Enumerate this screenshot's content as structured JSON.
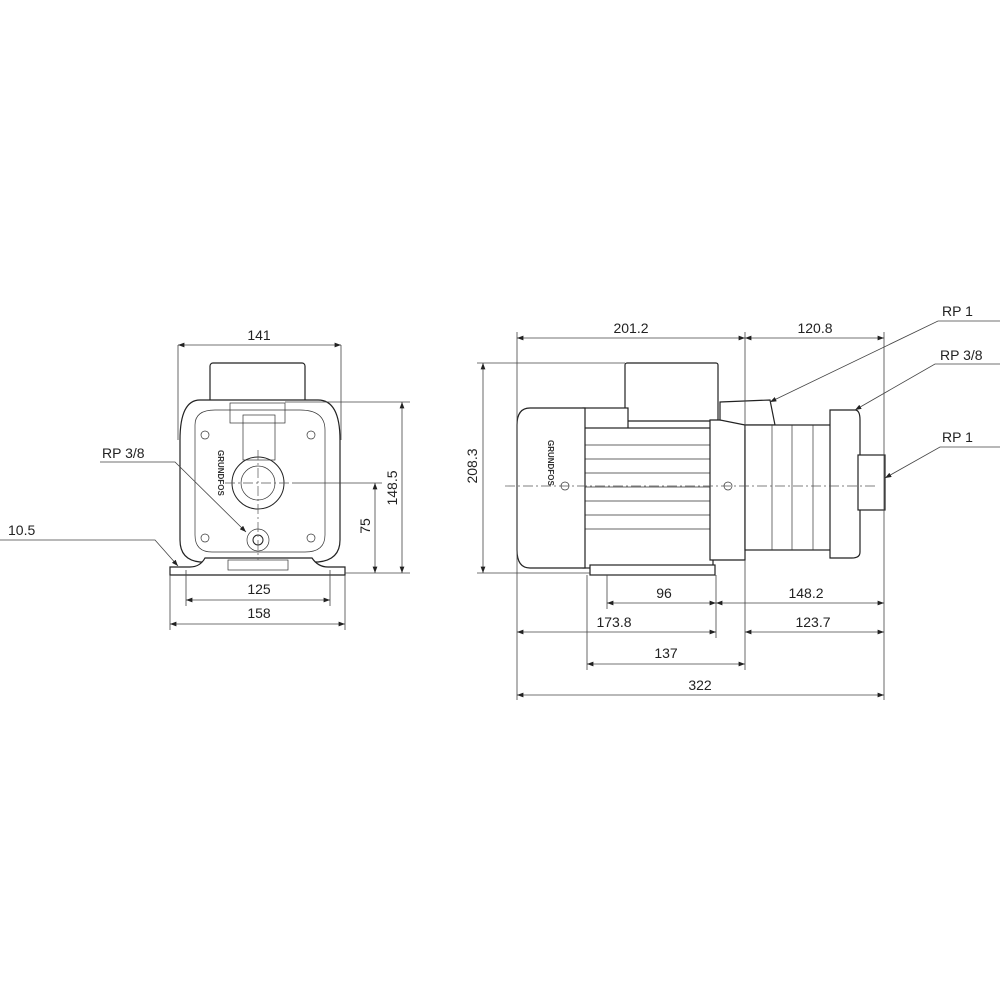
{
  "front_view": {
    "dimensions": {
      "width_top": "141",
      "height_total": "148.5",
      "height_axis": "75",
      "foot_holes": "125",
      "base_width": "158",
      "foot_thickness": "10.5"
    },
    "labels": {
      "drain_port": "RP 3/8"
    },
    "logo": "GRUNDFOS"
  },
  "side_view": {
    "dimensions": {
      "motor_length": "201.2",
      "pump_length": "120.8",
      "height": "208.3",
      "foot_span": "96",
      "outlet_to_foot": "148.2",
      "motor_to_flange": "173.8",
      "flange_to_outlet": "123.7",
      "foot_base": "137",
      "overall_length": "322"
    },
    "labels": {
      "priming_port": "RP 1",
      "vent_port": "RP 3/8",
      "outlet_port": "RP 1"
    },
    "logo": "GRUNDFOS"
  }
}
